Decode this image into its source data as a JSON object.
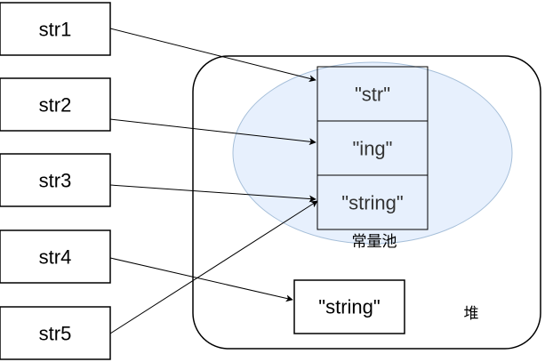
{
  "variables": [
    {
      "id": "str1",
      "label": "str1"
    },
    {
      "id": "str2",
      "label": "str2"
    },
    {
      "id": "str3",
      "label": "str3"
    },
    {
      "id": "str4",
      "label": "str4"
    },
    {
      "id": "str5",
      "label": "str5"
    }
  ],
  "pool": {
    "label": "常量池",
    "entries": [
      {
        "id": "pool-str",
        "label": "\"str\""
      },
      {
        "id": "pool-ing",
        "label": "\"ing\""
      },
      {
        "id": "pool-string",
        "label": "\"string\""
      }
    ]
  },
  "heap": {
    "label": "堆",
    "object": {
      "id": "heap-string",
      "label": "\"string\""
    }
  },
  "colors": {
    "pool_fill": "#dae8fc",
    "pool_stroke": "#a6bfd9",
    "line": "#000000"
  }
}
